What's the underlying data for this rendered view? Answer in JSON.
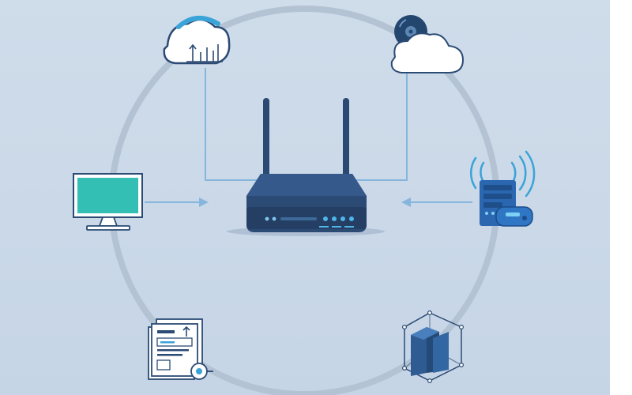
{
  "diagram": {
    "hub": {
      "icon": "router-icon"
    },
    "nodes": [
      {
        "id": "cloud-analytics",
        "icon": "cloud-analytics-icon"
      },
      {
        "id": "cloud-media",
        "icon": "cloud-media-icon"
      },
      {
        "id": "desktop",
        "icon": "desktop-monitor-icon"
      },
      {
        "id": "server",
        "icon": "wireless-server-icon"
      },
      {
        "id": "document",
        "icon": "document-icon"
      },
      {
        "id": "storage",
        "icon": "storage-cube-icon"
      }
    ],
    "colors": {
      "background": "#cbd9e9",
      "ring": "#b3c3d4",
      "connector": "#7fb3de",
      "navy": "#2a4a73",
      "accent": "#3aa3d8",
      "screen": "#32bfb5"
    }
  }
}
